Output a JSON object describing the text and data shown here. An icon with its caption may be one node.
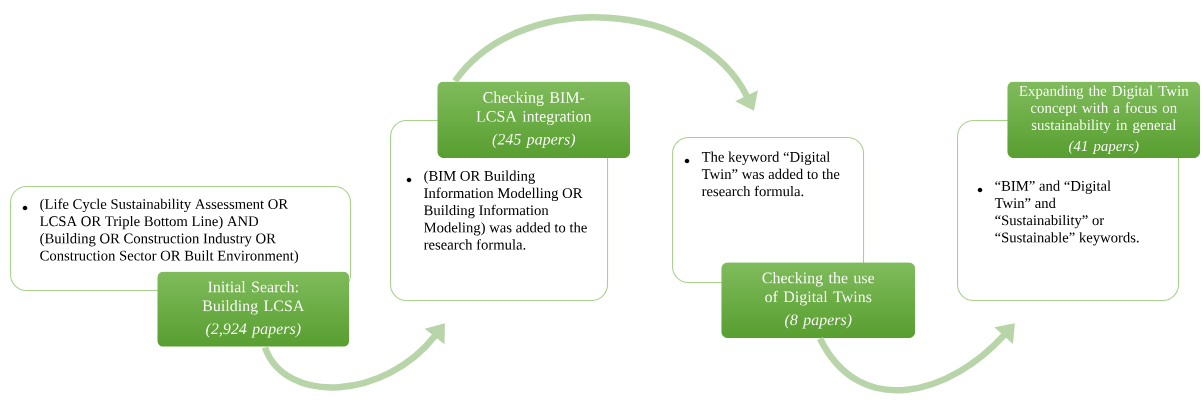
{
  "diagram": {
    "nodes": [
      {
        "text": [
          "Initial Search: Building LCSA",
          "(2,924 papers)"
        ]
      },
      {
        "text": [
          "(Life Cycle Sustainability Assessment OR LCSA OR Triple Bottom Line) AND (Building OR Construction Industry OR Construction Sector OR Built Environment)"
        ]
      },
      {
        "text": [
          "Checking BIM-LCSA integration",
          "(245 papers)"
        ]
      },
      {
        "text": [
          "(BIM OR Building Information Modelling OR Building Information Modeling) was added to the research formula."
        ]
      },
      {
        "text": [
          "Checking the use of Digital Twins",
          "(8 papers)"
        ]
      },
      {
        "text": [
          "The keyword “Digital Twin” was added to the research formula."
        ]
      },
      {
        "text": [
          "Expanding the Digital Twin concept with a focus on sustainability in general",
          "(41 papers)"
        ]
      },
      {
        "text": [
          "“BIM” and “Digital Twin” and “Sustainability” or “Sustainable” keywords."
        ]
      }
    ],
    "edges": [
      {
        "from": 0,
        "to": 3,
        "arrow": "to"
      },
      {
        "from": 2,
        "to": 5,
        "arrow": "to"
      },
      {
        "from": 4,
        "to": 7,
        "arrow": "to"
      }
    ]
  }
}
